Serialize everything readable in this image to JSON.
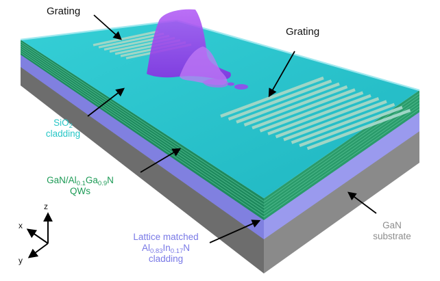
{
  "labels": {
    "grating_left": "Grating",
    "grating_right": "Grating",
    "sio2": {
      "main": "SiO",
      "sub": "2",
      "line2": "cladding",
      "color": "#26c6c6"
    },
    "qw": {
      "p1": "GaN/Al",
      "s1": "0.1",
      "p2": "Ga",
      "s2": "0.9",
      "p3": "N",
      "line2": "QWs",
      "color": "#1c9a55"
    },
    "algan": {
      "line1": "Lattice matched",
      "p1": "Al",
      "s1": "0.83",
      "p2": "In",
      "s2": "0.17",
      "p3": "N",
      "line3": "cladding",
      "color": "#7878e6"
    },
    "gan": {
      "line1": "GaN",
      "line2": "substrate",
      "color": "#8c8c8c"
    }
  },
  "axes": {
    "x": "x",
    "y": "y",
    "z": "z"
  },
  "colors": {
    "sio2_top": "#29c3cc",
    "sio2_side": "#1aa7b0",
    "qw_green": "#1f8a5c",
    "cladding_blue": "#7f7fe0",
    "substrate_gray": "#7a7a7a",
    "mode_purple": "#a63cf0",
    "grating_bar": "#9fd6c6"
  }
}
